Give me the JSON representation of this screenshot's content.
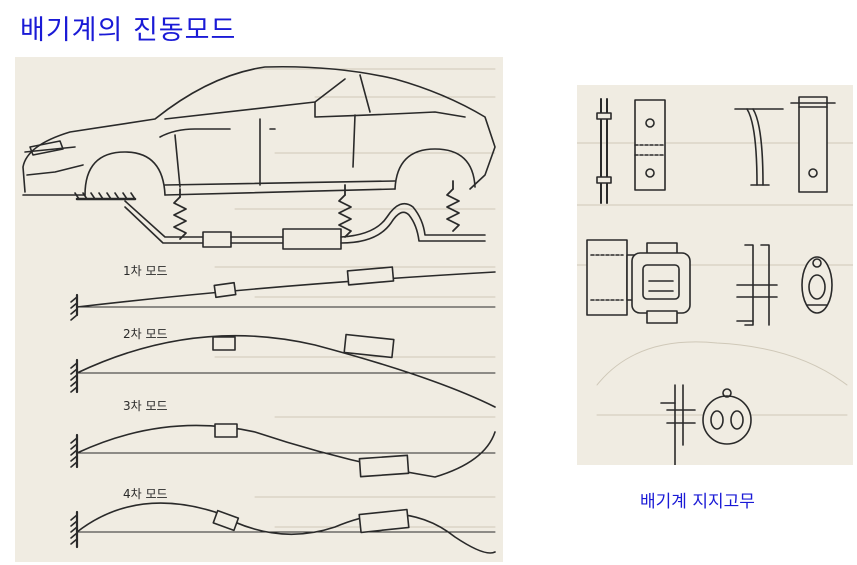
{
  "title": "배기계의 진동모드",
  "modes": [
    "1차 모드",
    "2차 모드",
    "3차 모드",
    "4차 모드"
  ],
  "caption": "배기계 지지고무",
  "colors": {
    "title": "#1a1ad6",
    "line": "#2a2a2a",
    "paper": "#f0ece2"
  }
}
